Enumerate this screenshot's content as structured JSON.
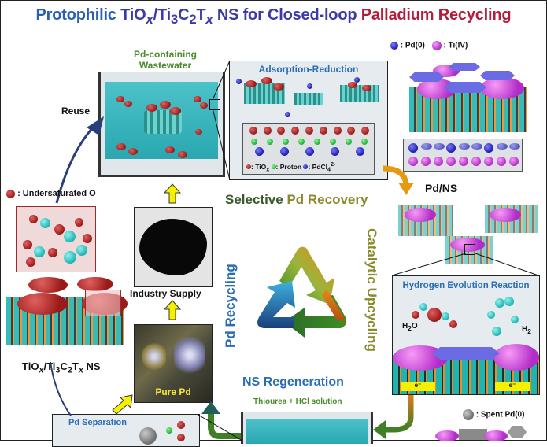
{
  "title": {
    "part1": "Protophilic ",
    "part2": "TiO",
    "part2_sub": "x",
    "part3": "/Ti",
    "part3_sub": "3",
    "part4": "C",
    "part4_sub": "2",
    "part5": "T",
    "part5_sub": "x",
    "part6": " NS for Closed-loop ",
    "part7": "Palladium Recycling"
  },
  "wastewater": {
    "label_line1": "Pd-containing",
    "label_line2": "Wastewater"
  },
  "reuse_label": "Reuse",
  "adsorption": {
    "title": "Adsorption-Reduction",
    "legend": {
      "tiox": ": TiO",
      "tiox_sub": "x",
      "proton": ": Proton",
      "pdcl": ": PdCl",
      "pdcl_sub": "4",
      "pdcl_sup": "2-"
    }
  },
  "legend_top_right": {
    "pd0": ": Pd(0)",
    "ti4": ": Ti(IV)"
  },
  "pd_ns_label": "Pd/NS",
  "undersaturated_label": ": Undersaturated O",
  "ns_label": {
    "a": "TiO",
    "a_sub": "x",
    "b": "/Ti",
    "b_sub": "3",
    "c": "C",
    "c_sub": "2",
    "d": "T",
    "d_sub": "x",
    "e": " NS"
  },
  "industry_supply_label": "Industry Supply",
  "selective_recovery_label": {
    "a": "Selective ",
    "b": "Pd Recovery"
  },
  "pd_recycling_label": "Pd Recycling",
  "catalytic_upcycling_label": "Catalytic Upcycling",
  "her": {
    "title": "Hydrogen Evolution Reaction",
    "h2o": "H",
    "h2o_sub": "2",
    "h2o_end": "O",
    "h2": "H",
    "h2_sub": "2",
    "electron_left": "e⁻",
    "electron_right": "e⁻"
  },
  "pure_pd_label": "Pure Pd",
  "ns_regeneration_label": "NS Regeneration",
  "thiourea_label": "Thiourea + HCl solution",
  "pd_separation_label": "Pd Separation",
  "spent_pd_label": ": Spent Pd(0)",
  "colors": {
    "title_blue": "#2a5fb8",
    "title_indigo": "#3a3aa8",
    "title_red": "#b01e3c",
    "label_green": "#4a8a2a",
    "label_blue": "#2a6db5",
    "olive": "#8a8a2a",
    "arrow_yellow": "#f5f000",
    "arrow_orange": "#e69a12",
    "arrow_green": "#3f7f25",
    "arrow_navy": "#2a3f7a"
  }
}
